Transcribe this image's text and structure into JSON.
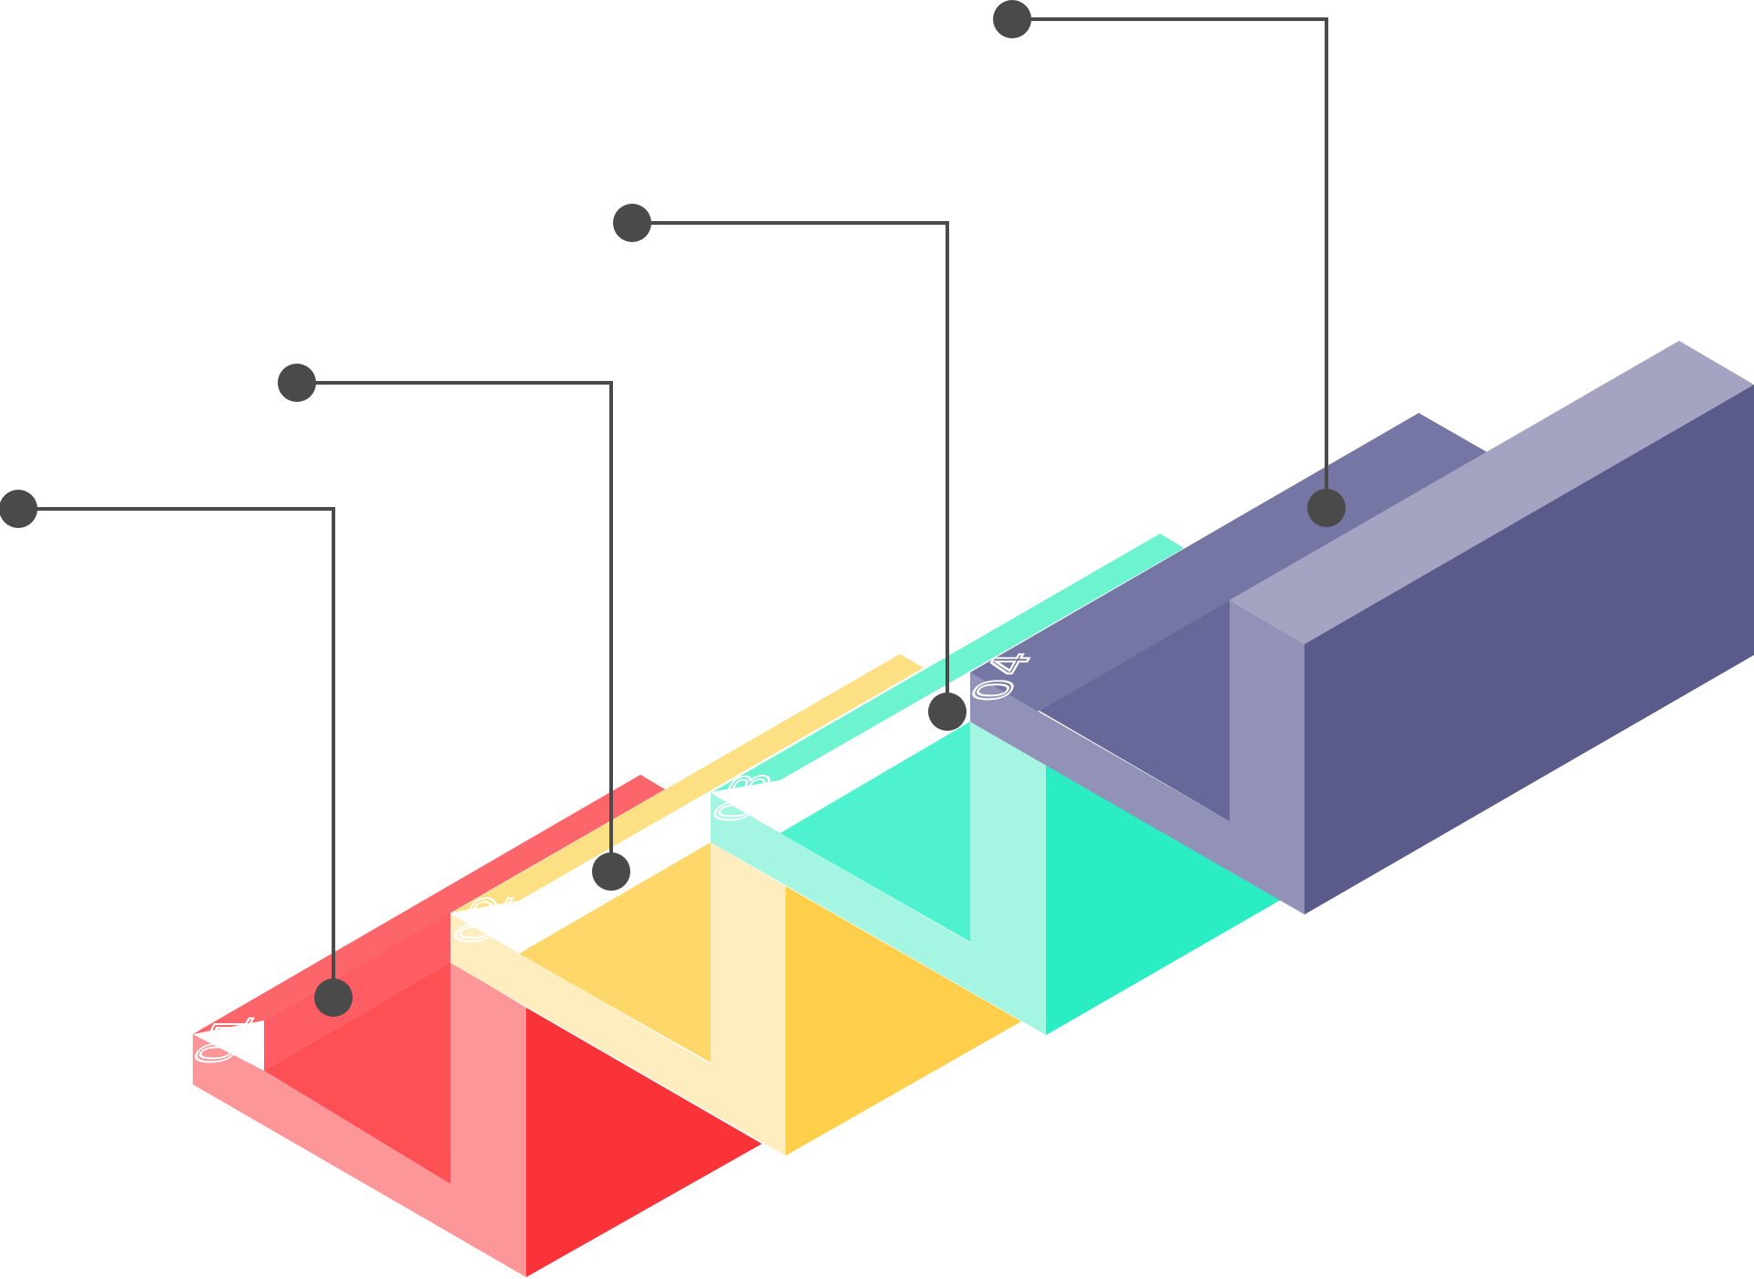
{
  "steps": [
    {
      "label": "01",
      "colors": {
        "top_outer": "#fc656a",
        "top_inner": "#fd5d63",
        "cavity_back": "#fd5055",
        "cavity_side": "#fc9699",
        "front": "#fa3339",
        "bottom": "#fc9699"
      }
    },
    {
      "label": "02",
      "colors": {
        "top_outer": "#fde083",
        "top_inner": "#fed96c",
        "cavity_back": "#fed76b",
        "cavity_side": "#feeebf",
        "front": "#ffcf4c",
        "bottom": "#feeebf"
      }
    },
    {
      "label": "03",
      "colors": {
        "top_outer": "#6ef3d1",
        "top_inner": "#5cf0cd",
        "cavity_back": "#4ff2ce",
        "cavity_side": "#a4f6e3",
        "front": "#2bedc4",
        "bottom": "#a4f6e3"
      }
    },
    {
      "label": "04",
      "colors": {
        "top_outer": "#7676a4",
        "top_inner": "#6d6c9f",
        "cavity_back": "#676799",
        "cavity_side": "#9292b8",
        "front": "#5b5b8b",
        "bottom": "#9292b8",
        "top_back": "#a4a4c2"
      }
    }
  ],
  "connector_color": "#4a4a4a"
}
